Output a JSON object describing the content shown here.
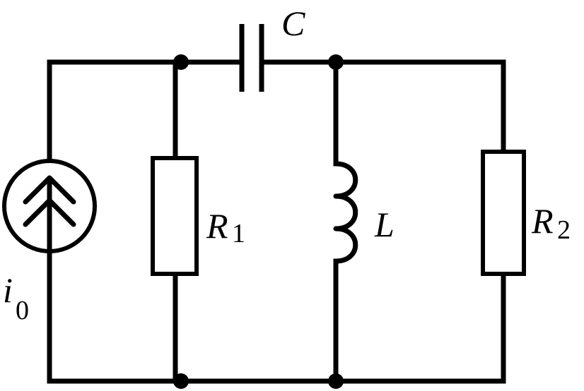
{
  "labels": {
    "capacitor": "C",
    "resistor1_main": "R",
    "resistor1_sub": "1",
    "inductor": "L",
    "resistor2_main": "R",
    "resistor2_sub": "2",
    "source_main": "i",
    "source_sub": "0"
  }
}
